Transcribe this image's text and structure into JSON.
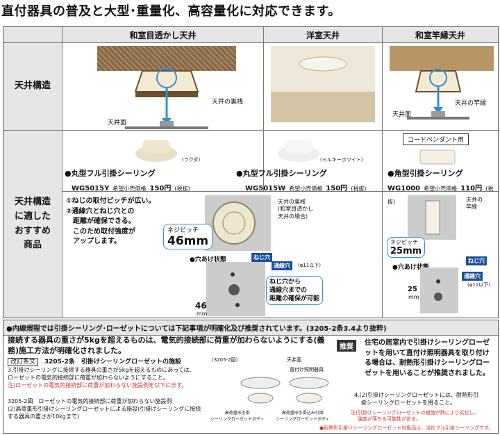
{
  "title": "直付器具の普及と大型･重量化、高容量化に対応できます。",
  "columns": {
    "wa_sukashi": "和室目透かし天井",
    "yoshitsu": "洋室天井",
    "wa_saobuchi": "和室竿縁天井"
  },
  "rows": {
    "structure": "天井構造",
    "recommended": "天井構造に適したおすすめ商品"
  },
  "structure_labels": {
    "tenjo_men": "天井面",
    "tenjo_urasan": "天井の裏桟",
    "tenjo_men2": "天井面",
    "tenjo_saobuchi": "天井の竿縁"
  },
  "products": {
    "p1": {
      "color": "(ラクダ)",
      "name": "●丸型フル引掛シーリング",
      "code": "WG5015Y",
      "price_label": "希望小売価格",
      "price": "150円",
      "tax": "(税抜)"
    },
    "p2": {
      "color": "(ミルキーホワイト)",
      "name": "●丸型フル引掛シーリング",
      "code": "WG5015W",
      "price_label": "希望小売価格",
      "price": "150円",
      "tax": "(税抜)"
    },
    "p3": {
      "pendant": "コードペンダント用",
      "name": "●角型引掛シーリング",
      "code": "WG1000",
      "price_label": "希望小売価格",
      "price": "110円",
      "tax": "(税抜)"
    }
  },
  "features": {
    "f1": "①ねじの取付ピッチが広い。",
    "f2a": "②通線穴とねじ穴との",
    "f2b": "距離が確保できる。",
    "f2c": "このため取付強度が",
    "f2d": "アップします。"
  },
  "diagram": {
    "neji_pitch": "ネジピッチ",
    "pitch46": "46mm",
    "ana_ake": "●穴あけ状態",
    "tenjo_urasan_label": "天井の裏桟\n(和室目透かし\n天井の場合)",
    "neji_ana": "ねじ穴",
    "tsusen_ana": "通線穴",
    "phi11": "(φ11以下)",
    "dim46": "46",
    "mm": "mm",
    "neji_note": "ねじ穴から\n通線穴までの\n距離の確保が可能",
    "tenjo_saobuchi2": "天井の\n竿縁",
    "neji_pitch2": "ネジピッチ",
    "pitch25": "25mm",
    "ana_ake2": "●穴あけ状態",
    "neji_ana2": "ねじ穴",
    "tsusen_ana2": "通線穴",
    "phi11b": "(φ11以下)",
    "dim25": "25",
    "mm2": "mm"
  },
  "bottom": {
    "header": "●内線規程では引掛シーリング･ローゼットについては下記事項が明確化及び推奨されています。(3205-2条3.4より抜粋)",
    "main_text": "接続する器具の重さが5kgを超えるものは、電気的接続部に荷重が加わらないようにする(義務)施工方法が明確化されました。",
    "kaitei": "改訂条文",
    "kaitei_title": "3205-2条　引掛けシーリングローゼットの施設",
    "clause3a": "3.引掛けシーリングに接続する器具の重さが5kgを超えるものにあっては、",
    "clause3b": "ローゼットの電気的接続部に荷重が加わらないようにすること。",
    "clause3c": "注)ローゼットの電気的接続部に荷重が加わらない施設例を以下に示す。",
    "clause2a": "3205-2図　ローゼットの電気的接続部に荷重が加わらない施設例",
    "clause2b": "(2)高荷重形引掛けシーリングローゼットによる施設(引掛けシーリングに接続",
    "clause2c": "する器具の重さが10kgまで)",
    "fig_label": "(3205-2図)",
    "fig_tenjo": "天井面",
    "fig_jika": "直付け照明器具",
    "fig_left": "高荷重形引掛\nシーリングローゼットボディ",
    "fig_right": "高荷重形引掛込み引掛\nシーリングローゼットボディ",
    "suisho": "推奨",
    "suisho_text": "住宅の居室内で引掛けシーリングローゼットを用いて直付け照明器具を取り付ける場合は、耐熱形引掛けシーリングローゼットを用いることが推奨されました。",
    "clause4a": "4.(2)引掛けシーリングローゼットには、耐熱形引",
    "clause4b": "掛シーリングローゼットを用ること。",
    "note_red1": "注)引掛けシーリングローゼットの樹脂が熱により劣化し、",
    "note_red2": "強度が落ちる可能性がある。",
    "footer": "●耐熱形引掛けシーリングローゼット対象品は、当社フル引掛シーリングです。"
  }
}
